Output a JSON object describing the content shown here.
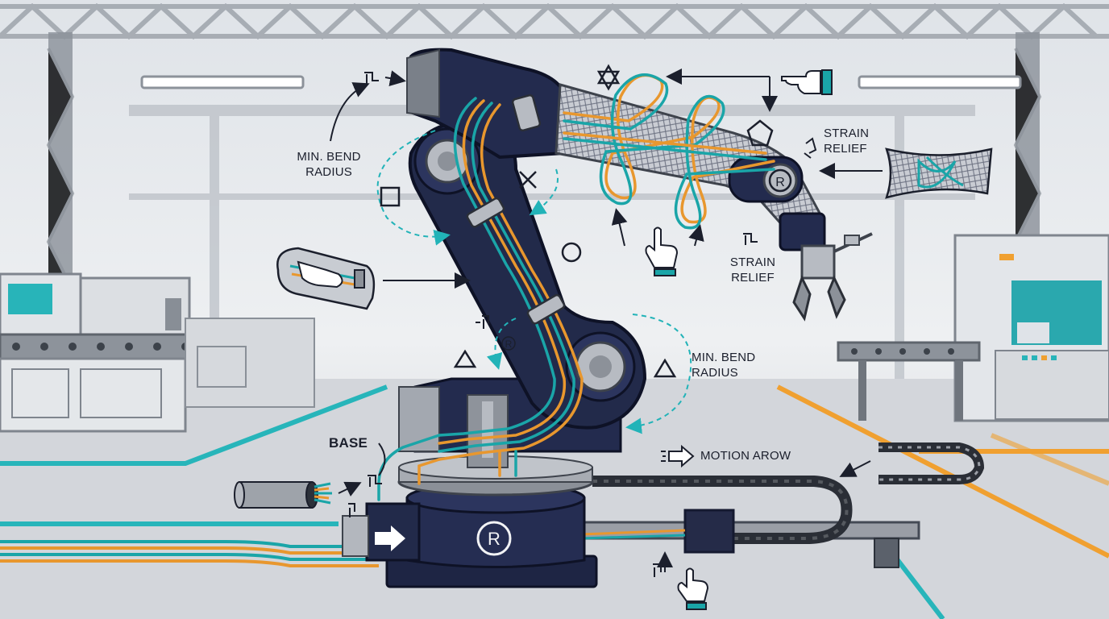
{
  "labels": {
    "min_bend_radius_upper": "MIN. BEND\nRADIUS",
    "min_bend_radius_lower": "MIN. BEND\nRADIUS",
    "strain_relief_upper": "STRAIN\nRELIEF",
    "strain_relief_lower": "STRAIN\nRELIEF",
    "base": "BASE",
    "motion_arrow": "MOTION AROW"
  },
  "colors": {
    "robot_body": "#222a4a",
    "robot_body_dark": "#161c36",
    "cable_orange": "#e8972e",
    "cable_teal": "#1aa5a8",
    "accent_teal": "#22b3b8",
    "accent_orange": "#f0a030",
    "ink": "#1b1f2c"
  },
  "icons": [
    "star-icon",
    "hand-pointer-icon",
    "pentagon-icon",
    "square-icon",
    "x-icon",
    "circle-icon",
    "triangle-icon",
    "registered-icon",
    "clamp-icon",
    "gripper-icon"
  ]
}
